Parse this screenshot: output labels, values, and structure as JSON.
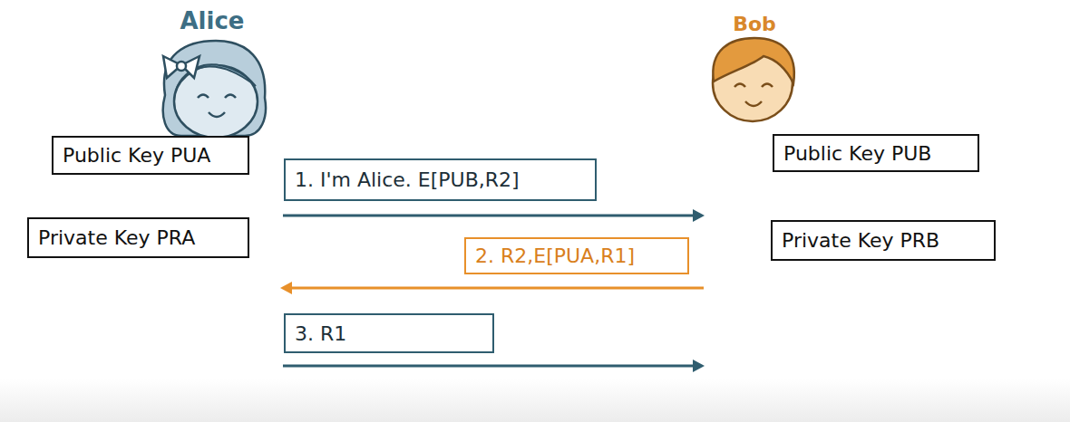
{
  "diagram": {
    "nodes": [
      {
        "text": [
          "Public Key PUA"
        ]
      },
      {
        "text": [
          "1. I'm Alice. E[PUB,R2]"
        ]
      },
      {
        "text": [
          "Public Key PUB"
        ]
      },
      {
        "text": [
          "Private Key PRA"
        ]
      },
      {
        "text": [
          "2. R2,E[PUA,R1]"
        ]
      },
      {
        "text": [
          "Private Key PRB"
        ]
      },
      {
        "text": [
          "3. R1"
        ]
      }
    ],
    "labels": [
      "Alice",
      "Bob"
    ]
  }
}
